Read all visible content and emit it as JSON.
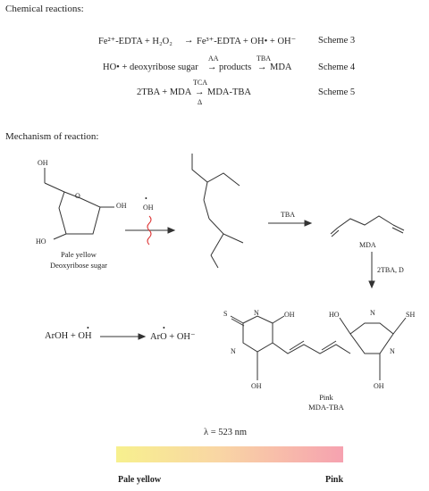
{
  "headings": {
    "chemical_reactions": "Chemical reactions:",
    "mechanism": "Mechanism of reaction:"
  },
  "schemes": [
    {
      "lhs": "Fe²⁺-EDTA + H₂O₂",
      "rhs": "Fe³⁺-EDTA + OH• + OH⁻",
      "label": "Scheme 3",
      "arrow_top": "",
      "arrow_bottom": ""
    },
    {
      "lhs": "HO• + deoxyribose  sugar",
      "mid": "products",
      "rhs": "MDA",
      "arrow_top": "AA",
      "arrow2_top": "TBA",
      "label": "Scheme 4"
    },
    {
      "lhs": "2TBA + MDA",
      "rhs": "MDA-TBA",
      "arrow_top": "TCA",
      "arrow_bottom": "Δ",
      "label": "Scheme 5"
    }
  ],
  "mechanism": {
    "oh_radical": "OH",
    "tba_label": "TBA",
    "mda_label": "MDA",
    "step_label": "2TBA, D",
    "sugar_labels": {
      "oh1": "OH",
      "oh2": "OH",
      "ho": "HO",
      "o": "O"
    },
    "sugar_name_1": "Pale yellow",
    "sugar_name_2": "Deoxyribose sugar",
    "aroh_left": "ArOH + OH",
    "aroh_right": "ArO + OH⁻",
    "pink_1": "Pink",
    "pink_2": "MDA-TBA",
    "atoms": {
      "s_left": "S",
      "n1": "N",
      "oh_top_left": "OH",
      "n2": "N",
      "oh_bottom_left": "OH",
      "ho_top_right": "HO",
      "n3": "N",
      "sh": "SH",
      "n4": "N",
      "oh_bottom_right": "OH"
    }
  },
  "wavelength": "λ = 523 nm",
  "gradient": {
    "start_label": "Pale yellow",
    "end_label": "Pink",
    "start_color": "#f7f08e",
    "end_color": "#f6a2b0"
  }
}
